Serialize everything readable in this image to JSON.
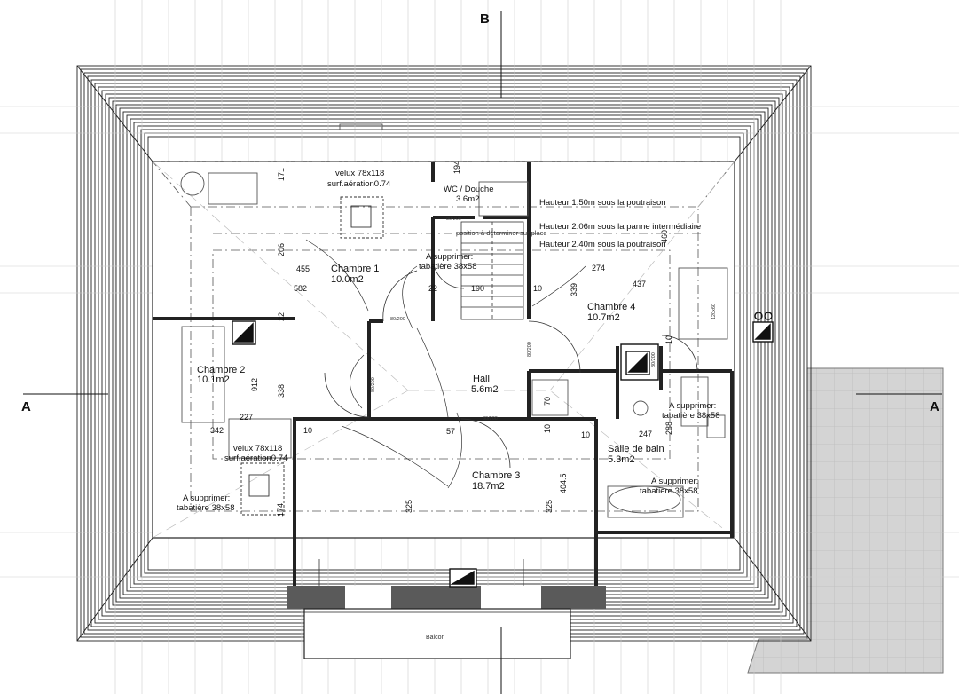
{
  "section_markers": {
    "top": "B",
    "left": "A",
    "right": "A"
  },
  "rooms": [
    {
      "id": "chambre1",
      "name": "Chambre 1",
      "area": "10.0m2"
    },
    {
      "id": "chambre2",
      "name": "Chambre 2",
      "area": "10.1m2"
    },
    {
      "id": "chambre3",
      "name": "Chambre 3",
      "area": "18.7m2"
    },
    {
      "id": "chambre4",
      "name": "Chambre 4",
      "area": "10.7m2"
    },
    {
      "id": "hall",
      "name": "Hall",
      "area": "5.6m2"
    },
    {
      "id": "wc",
      "name": "WC / Douche",
      "area": "3.6m2"
    },
    {
      "id": "sdb",
      "name": "Salle de bain",
      "area": "5.3m2"
    },
    {
      "id": "balcon",
      "name": "Balcon"
    }
  ],
  "notes": {
    "velux1_a": "velux 78x118",
    "velux1_b": "surf.aération0.74",
    "velux2_a": "velux 78x118",
    "velux2_b": "surf.aération0.74",
    "hauteur1": "Hauteur 1.50m sous la poutraison",
    "hauteur2": "Hauteur 2.06m sous la panne intermédiaire",
    "hauteur3": "Hauteur 2.40m sous la poutraison",
    "position": "position à déterminer sur place",
    "suppr1_a": "A supprimer:",
    "suppr1_b": "tabatière 38x58",
    "suppr2_a": "A supprimer:",
    "suppr2_b": "tabatière 38x58",
    "suppr3_a": "A supprimer:",
    "suppr3_b": "tabatière 38x58",
    "suppr4_a": "A supprimer:",
    "suppr4_b": "tabatière 38x58"
  },
  "dimensions": {
    "d171": "171",
    "d194": "194",
    "d206": "206",
    "d455": "455",
    "d582": "582",
    "d22a": "22",
    "d22b": "22",
    "d190": "190",
    "d10a": "10",
    "d339": "339",
    "d274": "274",
    "d437": "437",
    "d460": "460",
    "d10b": "10",
    "d912": "912",
    "d338": "338",
    "d227": "227",
    "d342": "342",
    "d10c": "10",
    "d57": "57",
    "d10d": "10",
    "d10e": "10",
    "d70": "70",
    "d247": "247",
    "d288": "288",
    "d325a": "325",
    "d325b": "325",
    "d4045": "404.5",
    "d174": "174"
  },
  "door_tags": {
    "t1": "80/200",
    "t2": "80/200",
    "t3": "80/200",
    "t4": "80/200",
    "t5": "80/200",
    "t6": "80/200",
    "t7": "120x60"
  }
}
